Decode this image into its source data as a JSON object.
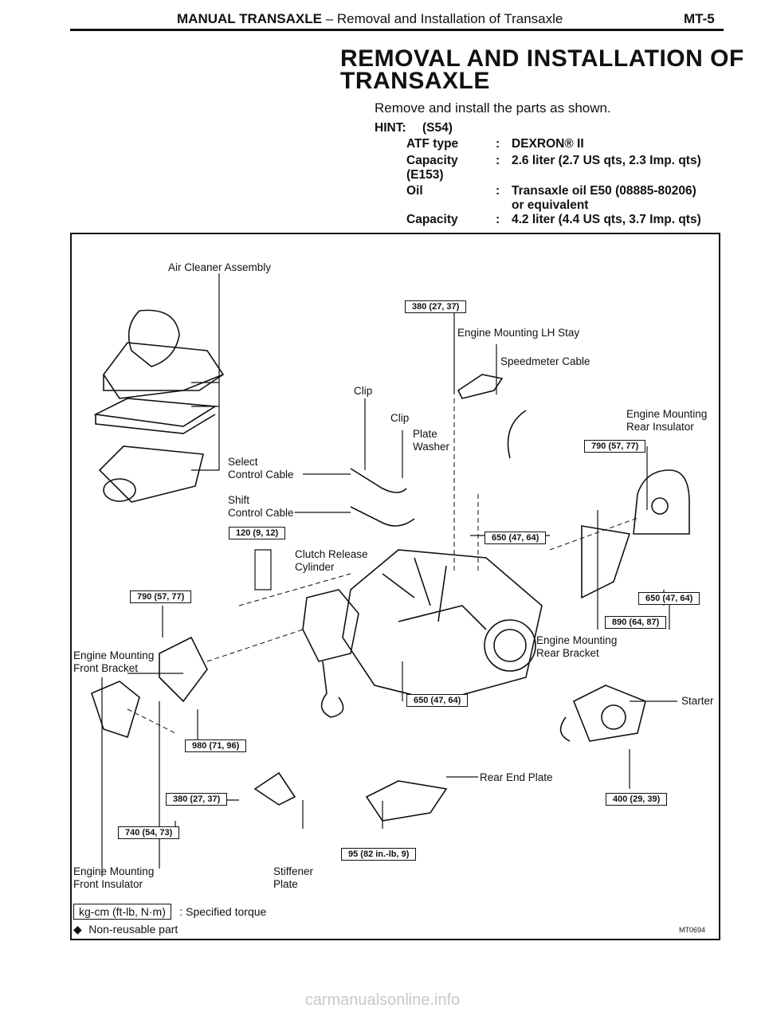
{
  "header": {
    "section": "MANUAL TRANSAXLE",
    "subtitle": " – Removal and Installation of Transaxle",
    "page": "MT-5"
  },
  "title": {
    "line1": "REMOVAL AND INSTALLATION OF",
    "line2": "TRANSAXLE"
  },
  "intro": "Remove and install the parts as shown.",
  "hint": {
    "label": "HINT:",
    "model1": "(S54)",
    "rows": [
      {
        "label": "ATF type",
        "colon": ":",
        "value": "DEXRON® II"
      },
      {
        "label": "Capacity",
        "colon": ":",
        "value": "2.6 liter (2.7 US qts, 2.3 Imp. qts)"
      },
      {
        "label": "(E153)",
        "colon": "",
        "value": ""
      },
      {
        "label": "Oil",
        "colon": ":",
        "value": "Transaxle oil E50 (08885-80206)"
      },
      {
        "label": "",
        "colon": "",
        "value": "or equivalent"
      },
      {
        "label": "Capacity",
        "colon": ":",
        "value": "4.2 liter (4.4 US qts, 3.7 Imp. qts)"
      }
    ]
  },
  "diagram": {
    "labels": {
      "air_cleaner": "Air Cleaner Assembly",
      "lh_stay": "Engine Mounting LH Stay",
      "speedometer": "Speedmeter Cable",
      "clip1": "Clip",
      "clip2": "Clip",
      "plate_washer_1": "Plate",
      "plate_washer_2": "Washer",
      "rear_insulator_1": "Engine Mounting",
      "rear_insulator_2": "Rear Insulator",
      "select_cable_1": "Select",
      "select_cable_2": "Control Cable",
      "shift_cable_1": "Shift",
      "shift_cable_2": "Control Cable",
      "clutch_cyl_1": "Clutch Release",
      "clutch_cyl_2": "Cylinder",
      "front_bracket_1": "Engine Mounting",
      "front_bracket_2": "Front Bracket",
      "rear_bracket_1": "Engine Mounting",
      "rear_bracket_2": "Rear Bracket",
      "starter": "Starter",
      "rear_end_plate": "Rear End Plate",
      "front_insulator_1": "Engine Mounting",
      "front_insulator_2": "Front Insulator",
      "stiffener_1": "Stiffener",
      "stiffener_2": "Plate"
    },
    "torques": {
      "t380_top": "380 (27, 37)",
      "t790_right": "790 (57, 77)",
      "t120": "120 (9, 12)",
      "t650_center": "650 (47, 64)",
      "t790_left": "790 (57, 77)",
      "t650_right": "650 (47, 64)",
      "t890": "890 (64, 87)",
      "t650_bottom": "650 (47, 64)",
      "t980": "980 (71, 96)",
      "t380_bottom": "380 (27, 37)",
      "t740": "740 (54, 73)",
      "t95": "95 (82 in.-lb, 9)",
      "t400": "400 (29, 39)"
    },
    "legend": {
      "torque_box": "kg-cm (ft-lb, N·m)",
      "torque_text": ": Specified torque",
      "nonreusable_icon": "diamond-icon",
      "nonreusable_text": "Non-reusable part"
    },
    "code": "MT0694"
  },
  "watermark": "carmanualsonline.info"
}
